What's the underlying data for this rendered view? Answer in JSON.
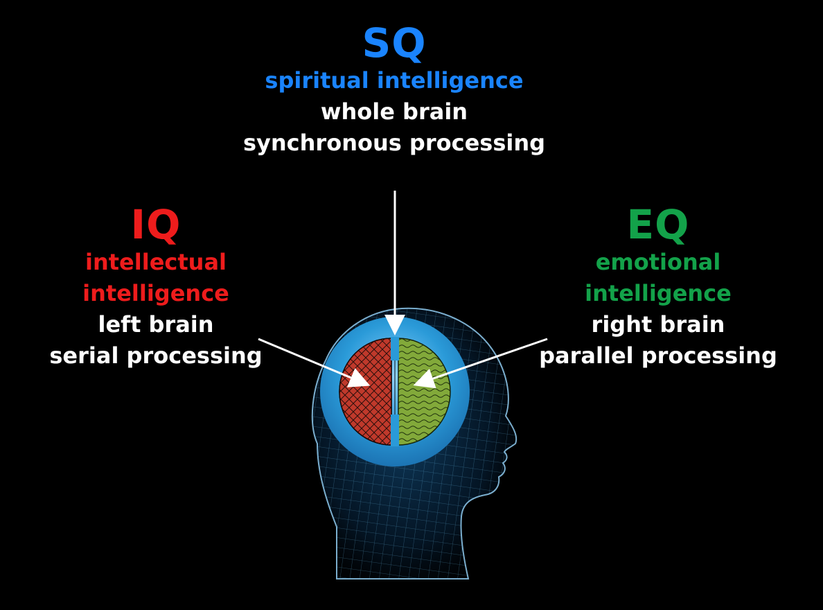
{
  "sq": {
    "title": "SQ",
    "subtitle": "spiritual intelligence",
    "line1": "whole brain",
    "line2": "synchronous processing",
    "color": "#1a84ff"
  },
  "iq": {
    "title": "IQ",
    "subtitle1": "intellectual",
    "subtitle2": "intelligence",
    "line1": "left brain",
    "line2": "serial processing",
    "color": "#ee1c1c"
  },
  "eq": {
    "title": "EQ",
    "subtitle1": "emotional",
    "subtitle2": "intelligence",
    "line1": "right brain",
    "line2": "parallel processing",
    "color": "#13a24a"
  },
  "colors": {
    "background": "#000000",
    "ring": "#2a9ad8",
    "left_hemisphere": "#c0392b",
    "right_hemisphere": "#82a93a",
    "head_mesh": "#5fb6e8"
  }
}
